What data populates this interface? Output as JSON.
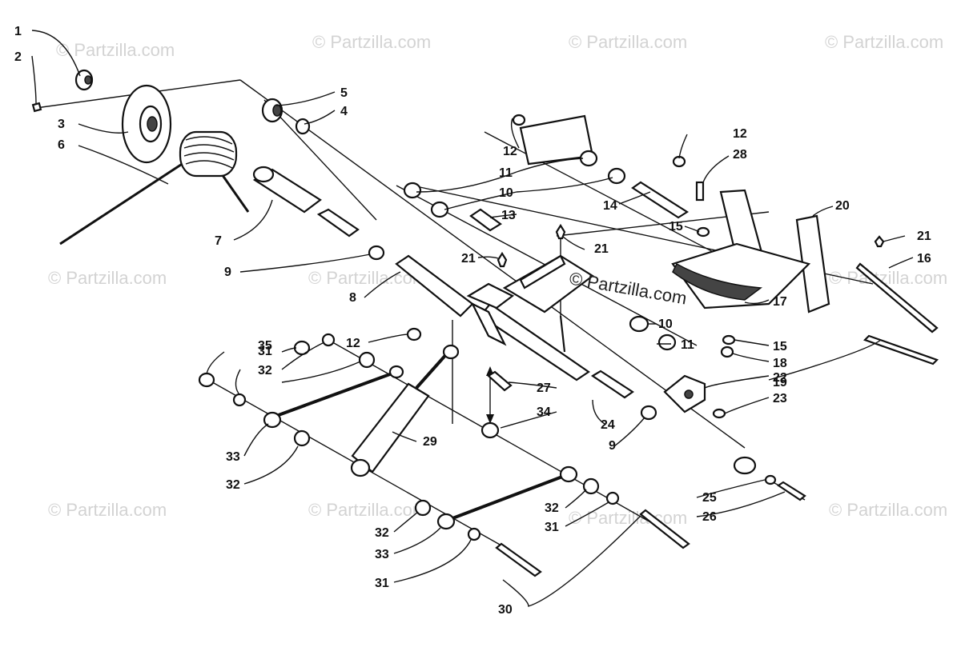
{
  "watermark": "© Partzilla.com",
  "center_watermark": "© Partzilla.com",
  "callouts": [
    "1",
    "2",
    "3",
    "4",
    "5",
    "6",
    "7",
    "8",
    "9",
    "9",
    "10",
    "10",
    "11",
    "11",
    "12",
    "12",
    "12",
    "13",
    "14",
    "15",
    "15",
    "16",
    "17",
    "18",
    "19",
    "20",
    "21",
    "21",
    "21",
    "22",
    "23",
    "24",
    "25",
    "26",
    "27",
    "28",
    "29",
    "30",
    "31",
    "31",
    "31",
    "32",
    "32",
    "32",
    "32",
    "33",
    "33",
    "34",
    "35"
  ]
}
